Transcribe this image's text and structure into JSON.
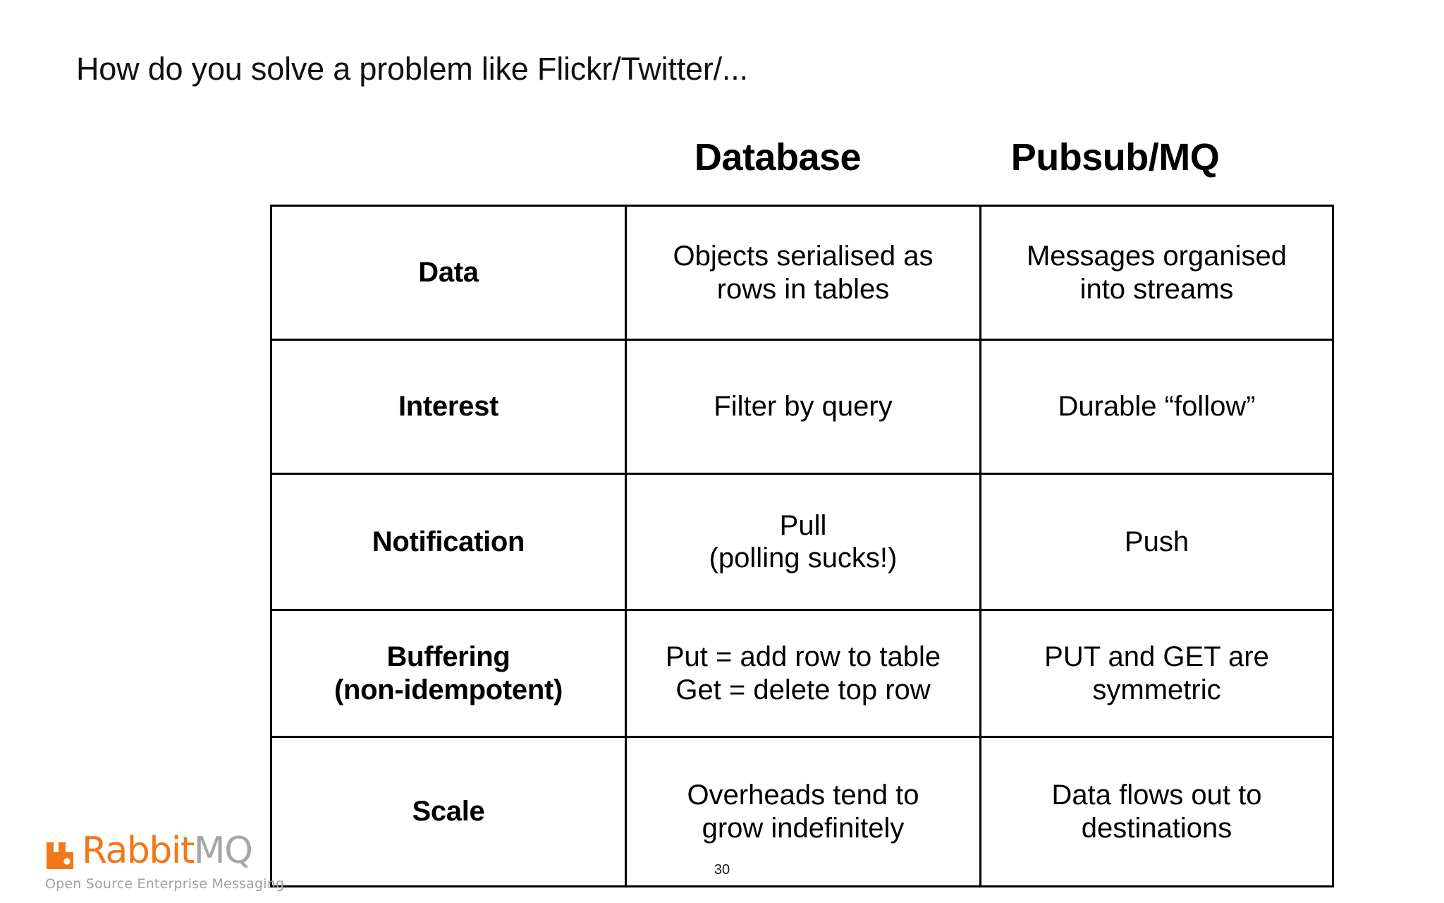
{
  "slide": {
    "title": "How do you solve a problem like Flickr/Twitter/...",
    "page_number": "30",
    "background_color": "#ffffff",
    "text_color": "#000000"
  },
  "table": {
    "column_headers": [
      "Database",
      "Pubsub/MQ"
    ],
    "row_label_header": "",
    "rows": [
      {
        "label": "Data",
        "database": {
          "line1": "Objects serialised as",
          "line2": "rows in tables"
        },
        "pubsub": {
          "line1": "Messages organised",
          "line2": "into streams"
        }
      },
      {
        "label": "Interest",
        "database": {
          "line1": "Filter by query",
          "line2": ""
        },
        "pubsub": {
          "line1": "Durable “follow”",
          "line2": ""
        }
      },
      {
        "label": "Notification",
        "database": {
          "line1": "Pull",
          "line2": "(polling sucks!)"
        },
        "pubsub": {
          "line1": "Push",
          "line2": ""
        }
      },
      {
        "label": "Buffering",
        "label2": "(non-idempotent)",
        "database": {
          "line1": "Put = add row to table",
          "line2": "Get = delete top row"
        },
        "pubsub": {
          "line1": "PUT and GET are",
          "line2": "symmetric"
        }
      },
      {
        "label": "Scale",
        "database": {
          "line1": "Overheads tend to",
          "line2": "grow indefinitely"
        },
        "pubsub": {
          "line1": "Data flows out to",
          "line2": "destinations"
        }
      }
    ],
    "border_color": "#000000"
  },
  "logo": {
    "mark_name": "rabbit-mark",
    "word_primary": "Rabbit",
    "word_secondary": "MQ",
    "tagline": "Open Source Enterprise Messaging",
    "primary_color": "#f07818",
    "secondary_color": "#a6a6a6",
    "tagline_color": "#a0a0a0"
  }
}
